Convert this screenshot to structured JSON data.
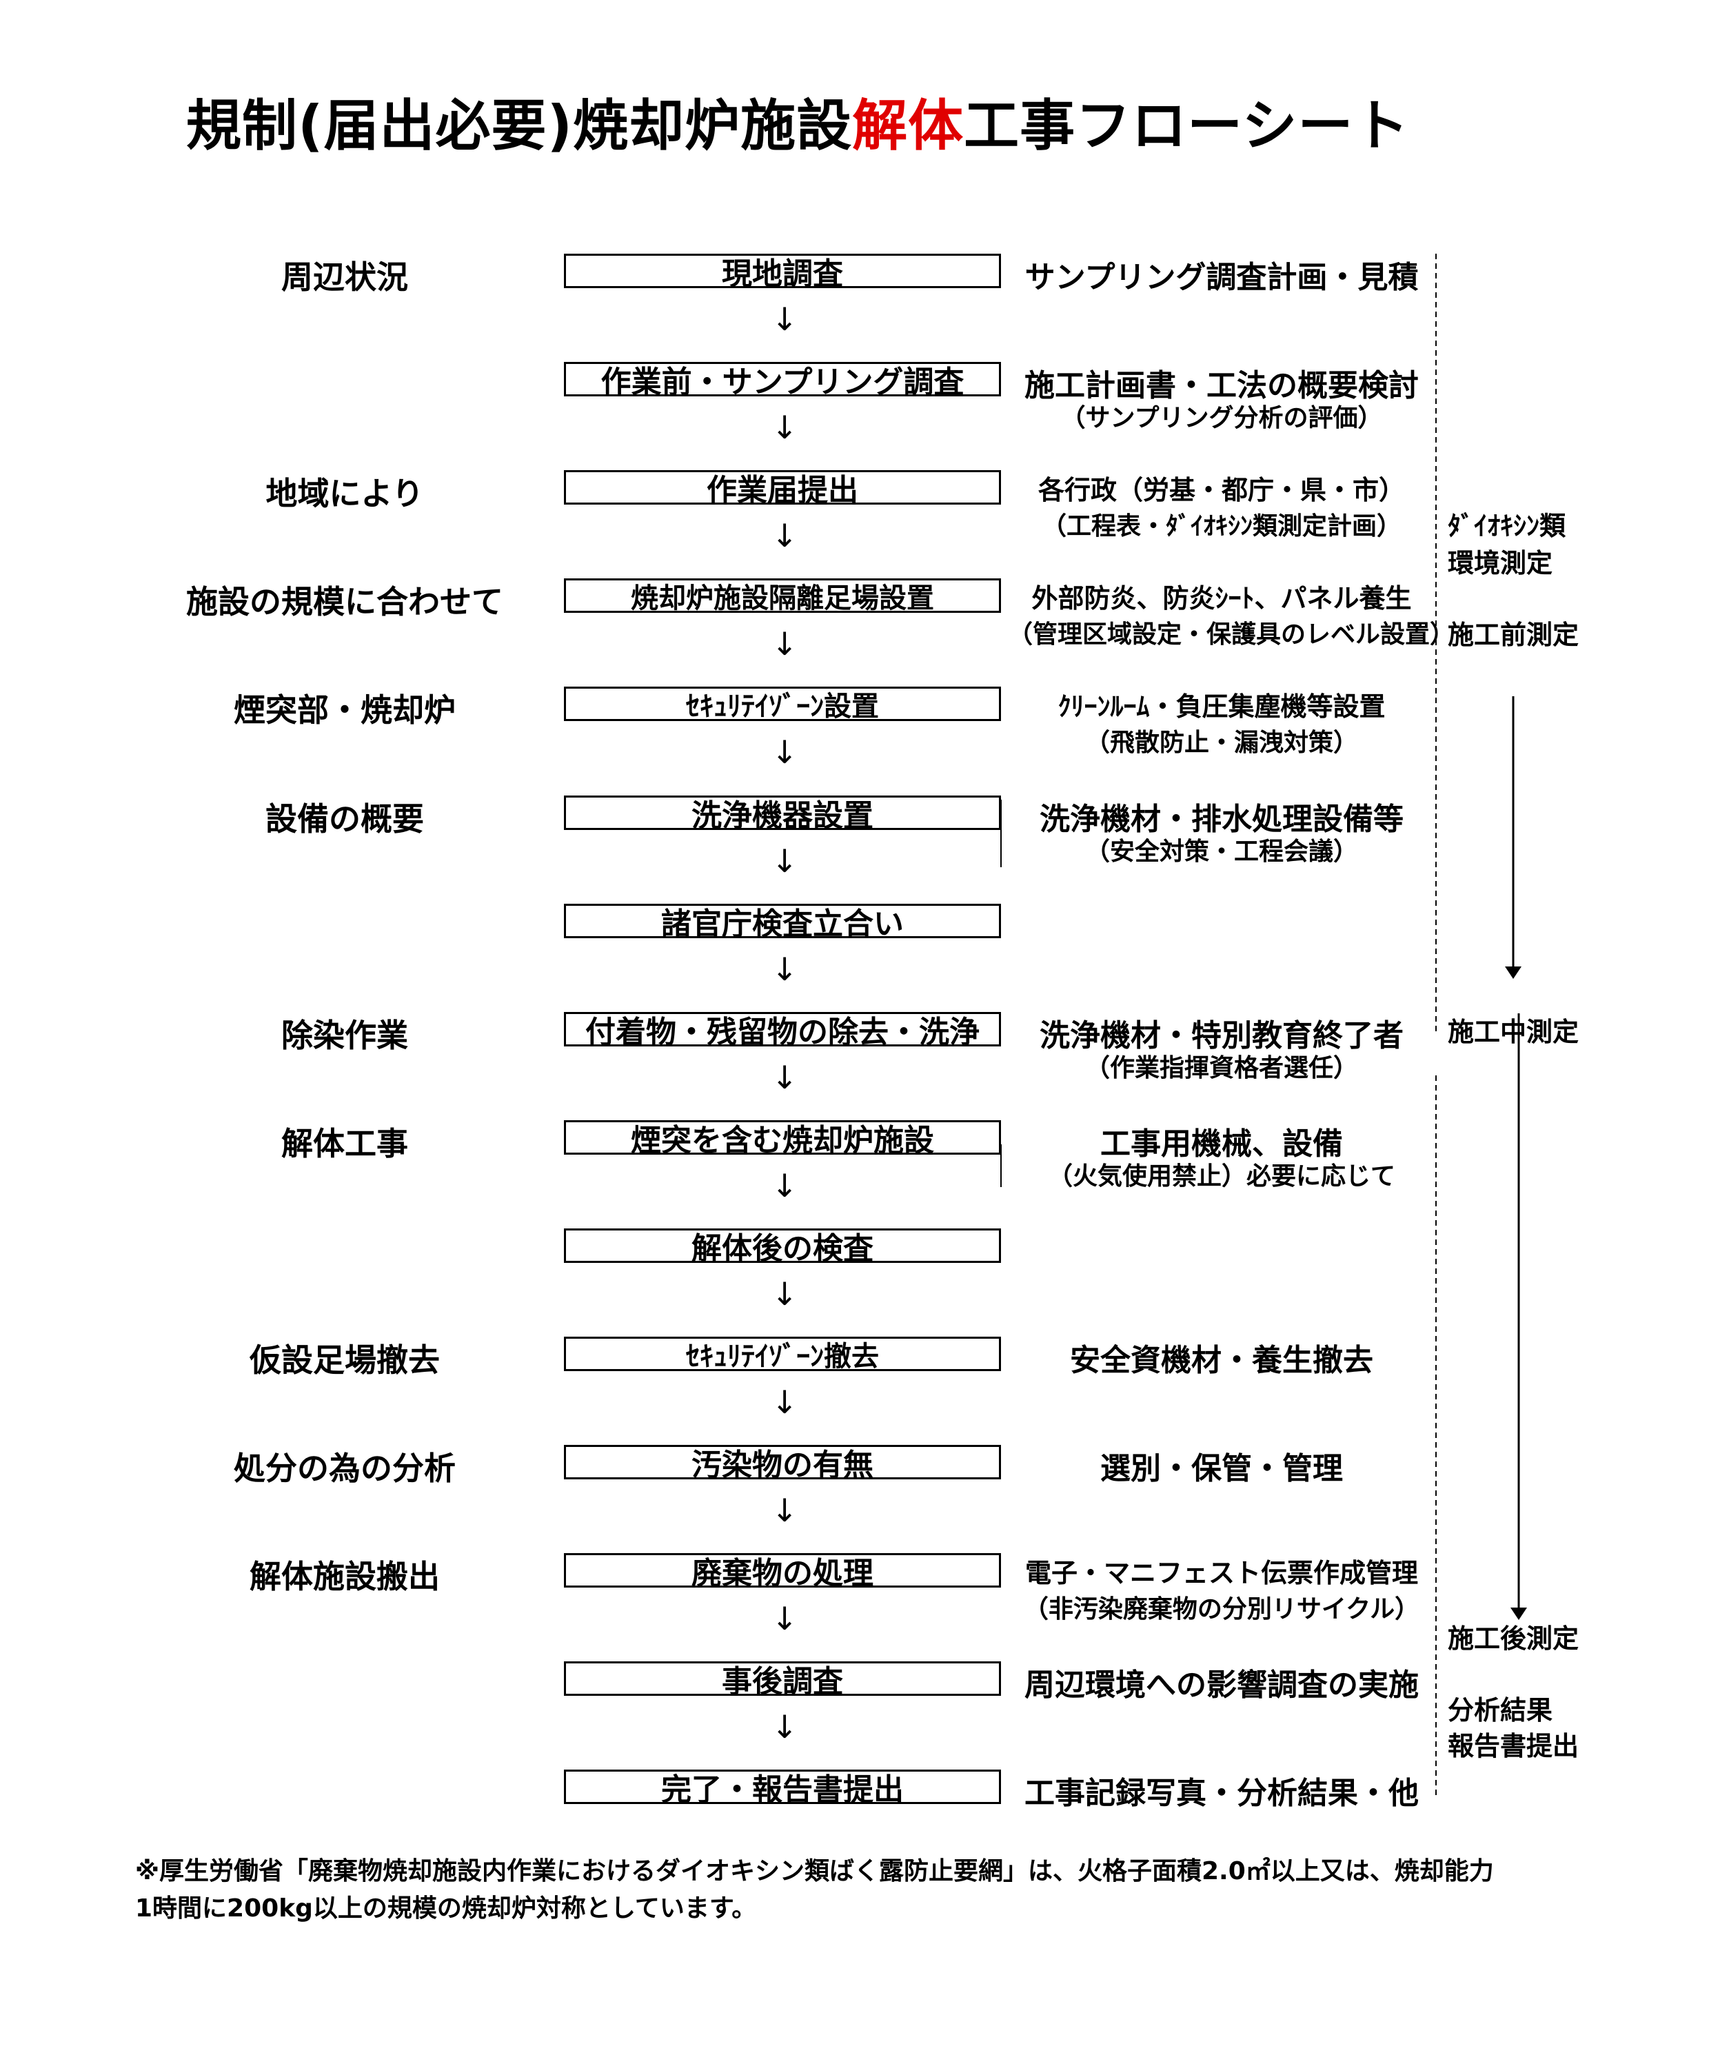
{
  "title": {
    "pre": "規制(届出必要)焼却炉施設",
    "red": "解体",
    "post": "工事フローシート"
  },
  "steps": [
    {
      "left": "周辺状況",
      "box": "現地調査",
      "r1": "サンプリング調査計画・見積",
      "r2": ""
    },
    {
      "left": "",
      "box": "作業前・サンプリング調査",
      "r1": "施工計画書・工法の概要検討",
      "r2": "（サンプリング分析の評価）"
    },
    {
      "left": "地域により",
      "box": "作業届提出",
      "r1": "各行政（労基・都庁・県・市）",
      "r2": "（工程表・ﾀﾞｲｵｷｼﾝ類測定計画）"
    },
    {
      "left": "施設の規模に合わせて",
      "box": "焼却炉施設隔離足場設置",
      "r1": "外部防炎、防炎ｼｰﾄ、パネル養生",
      "r2": "（管理区域設定・保護具のレベル設置）"
    },
    {
      "left": "煙突部・焼却炉",
      "box": "ｾｷｭﾘﾃｲｿﾞｰﾝ設置",
      "r1": "ｸﾘｰﾝﾙｰﾑ・負圧集塵機等設置",
      "r2": "（飛散防止・漏洩対策）"
    },
    {
      "left": "設備の概要",
      "box": "洗浄機器設置",
      "r1": "洗浄機材・排水処理設備等",
      "r2": "（安全対策・工程会議）"
    },
    {
      "left": "",
      "box": "諸官庁検査立合い",
      "r1": "",
      "r2": ""
    },
    {
      "left": "除染作業",
      "box": "付着物・残留物の除去・洗浄",
      "r1": "洗浄機材・特別教育終了者",
      "r2": "（作業指揮資格者選任）"
    },
    {
      "left": "解体工事",
      "box": "煙突を含む焼却炉施設",
      "r1": "工事用機械、設備",
      "r2": "（火気使用禁止）必要に応じて"
    },
    {
      "left": "",
      "box": "解体後の検査",
      "r1": "",
      "r2": ""
    },
    {
      "left": "仮設足場撤去",
      "box": "ｾｷｭﾘﾃｲｿﾞｰﾝ撤去",
      "r1": "安全資機材・養生撤去",
      "r2": ""
    },
    {
      "left": "処分の為の分析",
      "box": "汚染物の有無",
      "r1": "選別・保管・管理",
      "r2": ""
    },
    {
      "left": "解体施設搬出",
      "box": "廃棄物の処理",
      "r1": "電子・マニフェスト伝票作成管理",
      "r2": "（非汚染廃棄物の分別リサイクル）"
    },
    {
      "left": "",
      "box": "事後調査",
      "r1": "周辺環境への影響調査の実施",
      "r2": ""
    },
    {
      "left": "",
      "box": "完了・報告書提出",
      "r1": "工事記録写真・分析結果・他",
      "r2": ""
    }
  ],
  "arrow_glyph": "↓",
  "measure": {
    "dioxin_1": "ﾀﾞｲｵｷｼﾝ類",
    "dioxin_2": "環境測定",
    "before": "施工前測定",
    "during": "施工中測定",
    "after": "施工後測定",
    "report_1": "分析結果",
    "report_2": "報告書提出"
  },
  "footnote": {
    "line1": "※厚生労働省「廃棄物焼却施設内作業におけるダイオキシン類ばく露防止要網」は、火格子面積2.0㎡以上又は、焼却能力",
    "line2": "1時間に200kg以上の規模の焼却炉対称としています。"
  }
}
